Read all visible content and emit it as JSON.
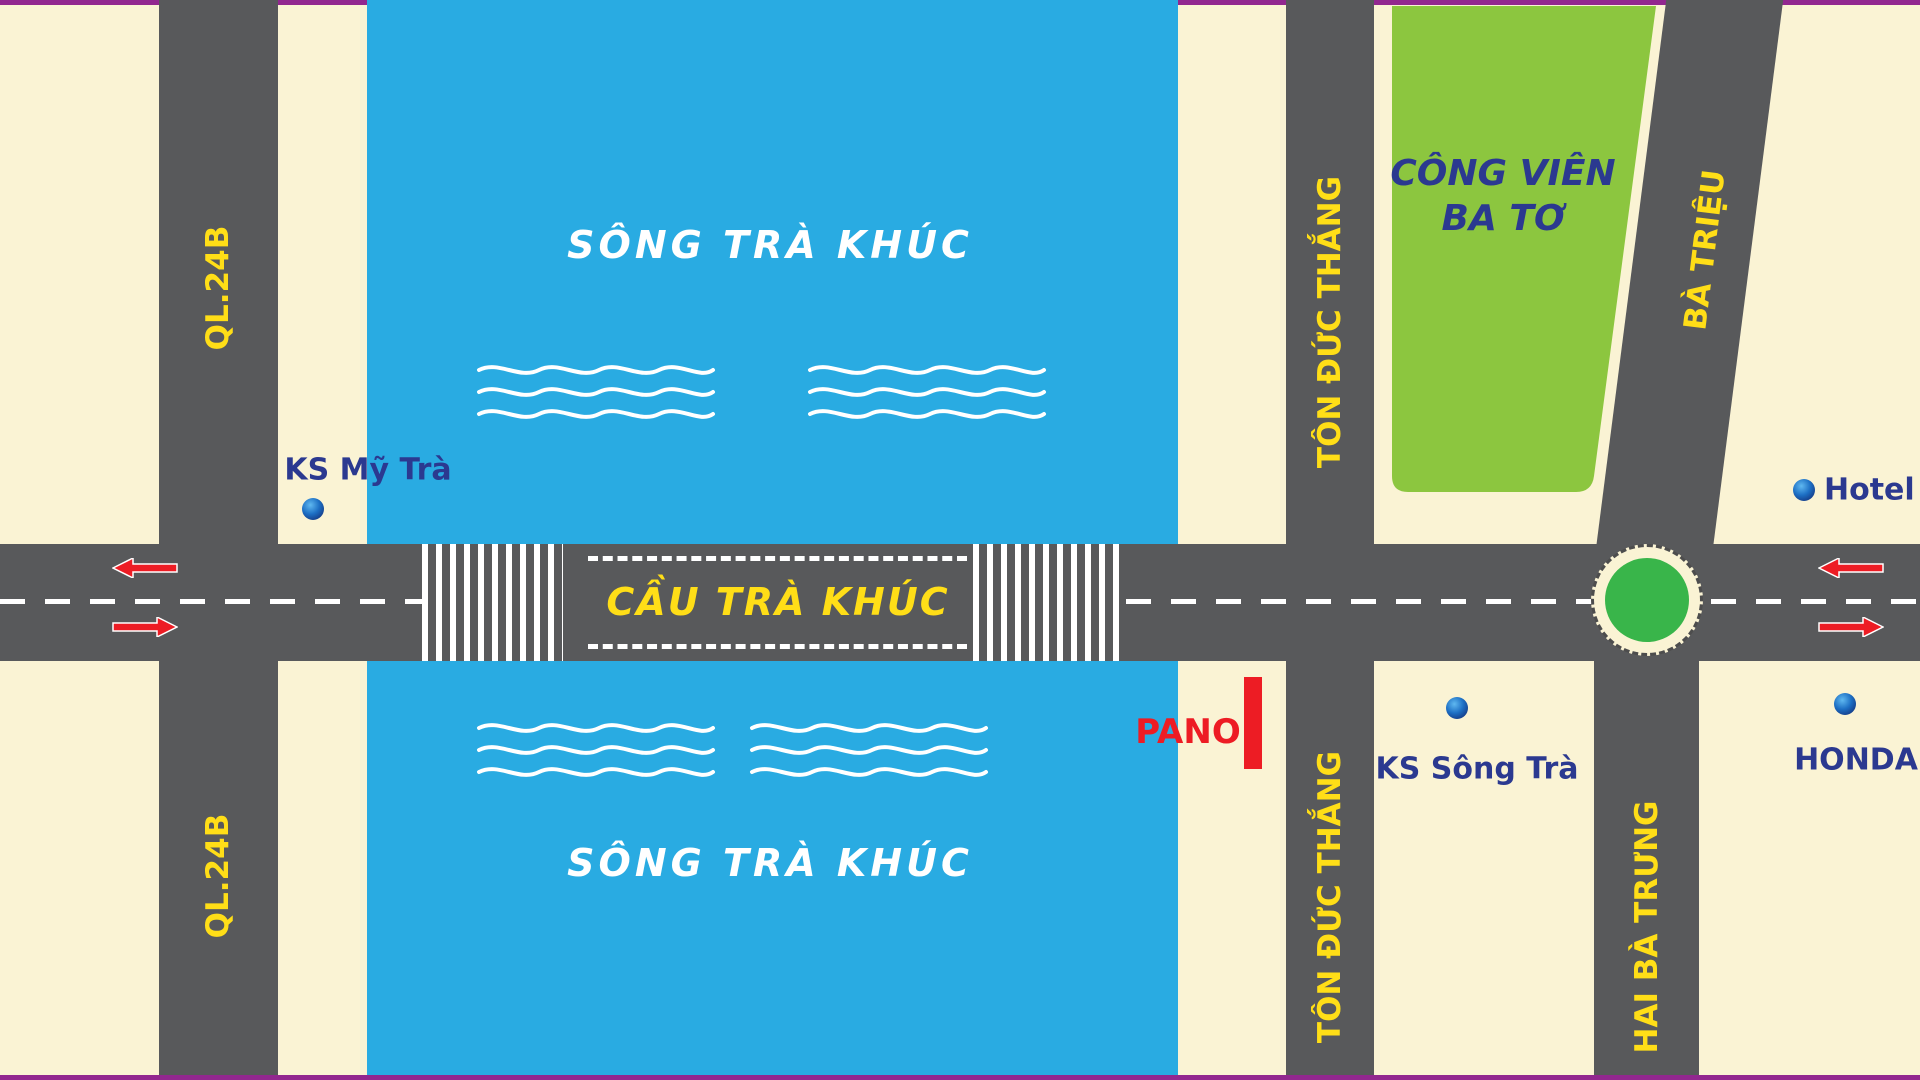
{
  "map": {
    "colors": {
      "background": "#FAF3D4",
      "road": "#58595B",
      "river": "#29ABE2",
      "park": "#8CC63F",
      "roundabout_island": "#39B54A",
      "road_label_yellow": "#FFDE17",
      "place_label_blue": "#2B3990",
      "river_label_white": "#FFFFFF",
      "pano_red": "#ED1C24",
      "frame_purple": "#92278F"
    },
    "river": {
      "name_top": "SÔNG TRÀ KHÚC",
      "name_bottom": "SÔNG TRÀ KHÚC"
    },
    "bridge": {
      "name": "CẦU TRÀ KHÚC"
    },
    "park": {
      "line1": "CÔNG VIÊN",
      "line2": "BA TƠ"
    },
    "roads": {
      "ql24b_top": "QL.24B",
      "ql24b_bottom": "QL.24B",
      "ton_duc_thang_top": "TÔN ĐỨC THẮNG",
      "ton_duc_thang_bottom": "TÔN ĐỨC THẮNG",
      "ba_trieu": "BÀ TRIỆU",
      "hai_ba_trung": "HAI BÀ TRƯNG"
    },
    "pois": {
      "ks_my_tra": "KS Mỹ Trà",
      "ks_song_tra": "KS Sông Trà",
      "hotel": "Hotel",
      "honda": "HONDA"
    },
    "billboard": {
      "label": "PANO"
    }
  }
}
